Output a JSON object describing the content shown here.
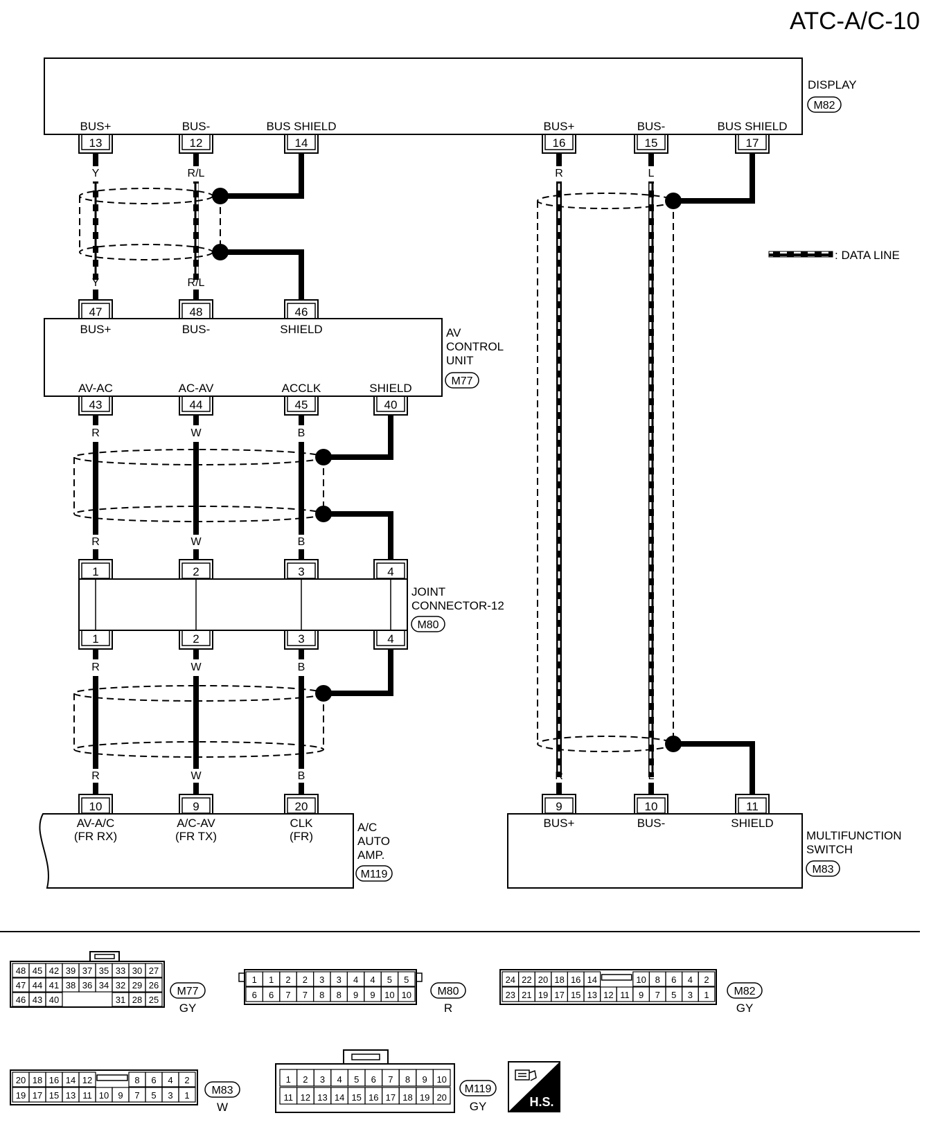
{
  "page_code": "ATC-A/C-10",
  "legend": {
    "data_line": ": DATA LINE"
  },
  "display": {
    "name": "DISPLAY",
    "connector": "M82",
    "pins": [
      {
        "label": "BUS+",
        "num": "13"
      },
      {
        "label": "BUS-",
        "num": "12"
      },
      {
        "label": "BUS SHIELD",
        "num": "14"
      },
      {
        "label": "BUS+",
        "num": "16"
      },
      {
        "label": "BUS-",
        "num": "15"
      },
      {
        "label": "BUS SHIELD",
        "num": "17"
      }
    ]
  },
  "av_control_unit": {
    "name_lines": [
      "AV",
      "CONTROL",
      "UNIT"
    ],
    "connector": "M77",
    "top_pins": [
      {
        "label": "BUS+",
        "num": "47"
      },
      {
        "label": "BUS-",
        "num": "48"
      },
      {
        "label": "SHIELD",
        "num": "46"
      }
    ],
    "bottom_pins": [
      {
        "label": "AV-AC",
        "num": "43"
      },
      {
        "label": "AC-AV",
        "num": "44"
      },
      {
        "label": "ACCLK",
        "num": "45"
      },
      {
        "label": "SHIELD",
        "num": "40"
      }
    ]
  },
  "joint_connector": {
    "name_lines": [
      "JOINT",
      "CONNECTOR-12"
    ],
    "connector": "M80",
    "top_pins": [
      "1",
      "2",
      "3",
      "4"
    ],
    "bottom_pins": [
      "1",
      "2",
      "3",
      "4"
    ]
  },
  "ac_auto_amp": {
    "name_lines": [
      "A/C",
      "AUTO",
      "AMP."
    ],
    "connector": "M119",
    "pins": [
      {
        "num": "10",
        "label1": "AV-A/C",
        "label2": "(FR RX)"
      },
      {
        "num": "9",
        "label1": "A/C-AV",
        "label2": "(FR TX)"
      },
      {
        "num": "20",
        "label1": "CLK",
        "label2": "(FR)"
      }
    ]
  },
  "multifunction_switch": {
    "name_lines": [
      "MULTIFUNCTION",
      "SWITCH"
    ],
    "connector": "M83",
    "pins": [
      {
        "label": "BUS+",
        "num": "9"
      },
      {
        "label": "BUS-",
        "num": "10"
      },
      {
        "label": "SHIELD",
        "num": "11"
      }
    ]
  },
  "wire_colors": {
    "seg1": [
      "Y",
      "R/L"
    ],
    "seg1_bottom": [
      "Y",
      "R/L"
    ],
    "seg2": [
      "R",
      "W",
      "B"
    ],
    "seg2_bottom": [
      "R",
      "W",
      "B"
    ],
    "seg3": [
      "R",
      "W",
      "B"
    ],
    "seg3_bottom": [
      "R",
      "W",
      "B"
    ],
    "right_top": [
      "R",
      "L"
    ],
    "right_bottom": [
      "R",
      "L"
    ]
  },
  "connector_faces": {
    "m77": {
      "tag": "M77",
      "color": "GY",
      "rows": [
        [
          "48",
          "45",
          "42",
          "39",
          "37",
          "35",
          "33",
          "30",
          "27"
        ],
        [
          "47",
          "44",
          "41",
          "38",
          "36",
          "34",
          "32",
          "29",
          "26"
        ],
        [
          "46",
          "43",
          "40",
          "",
          "",
          "",
          "31",
          "28",
          "25"
        ]
      ]
    },
    "m80": {
      "tag": "M80",
      "color": "R",
      "rows": [
        [
          "1",
          "1",
          "2",
          "2",
          "3",
          "3",
          "4",
          "4",
          "5",
          "5"
        ],
        [
          "6",
          "6",
          "7",
          "7",
          "8",
          "8",
          "9",
          "9",
          "10",
          "10"
        ]
      ]
    },
    "m82": {
      "tag": "M82",
      "color": "GY",
      "rows": [
        [
          "24",
          "22",
          "20",
          "18",
          "16",
          "14",
          "",
          "10",
          "8",
          "6",
          "4",
          "2"
        ],
        [
          "23",
          "21",
          "19",
          "17",
          "15",
          "13",
          "12",
          "11",
          "9",
          "7",
          "5",
          "3",
          "1"
        ]
      ]
    },
    "m83": {
      "tag": "M83",
      "color": "W",
      "rows": [
        [
          "20",
          "18",
          "16",
          "14",
          "12",
          "",
          "8",
          "6",
          "4",
          "2"
        ],
        [
          "19",
          "17",
          "15",
          "13",
          "11",
          "10",
          "9",
          "7",
          "5",
          "3",
          "1"
        ]
      ]
    },
    "m119": {
      "tag": "M119",
      "color": "GY",
      "rows": [
        [
          "1",
          "2",
          "3",
          "4",
          "5",
          "6",
          "7",
          "8",
          "9",
          "10"
        ],
        [
          "11",
          "12",
          "13",
          "14",
          "15",
          "16",
          "17",
          "18",
          "19",
          "20"
        ]
      ]
    },
    "hs_label": "H.S."
  }
}
